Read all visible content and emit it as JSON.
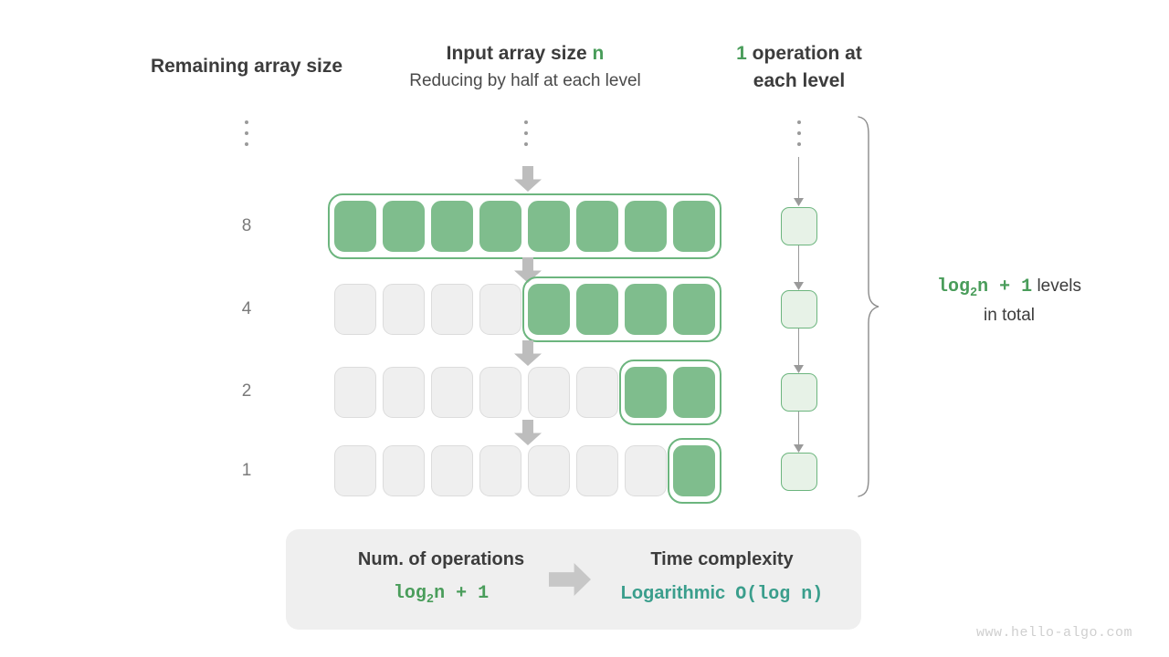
{
  "headers": {
    "left": "Remaining array size",
    "middle_bold_prefix": "Input array size ",
    "middle_bold_accent": "n",
    "middle_sub": "Reducing by half at each level",
    "right_accent": "1",
    "right_line1_rest": " operation at",
    "right_line2": "each level"
  },
  "levels": [
    {
      "size_label": "⋮",
      "is_dots": true,
      "total_cells": 0,
      "green_cells": 0
    },
    {
      "size_label": "8",
      "is_dots": false,
      "total_cells": 8,
      "green_cells": 8
    },
    {
      "size_label": "4",
      "is_dots": false,
      "total_cells": 8,
      "green_cells": 4
    },
    {
      "size_label": "2",
      "is_dots": false,
      "total_cells": 8,
      "green_cells": 2
    },
    {
      "size_label": "1",
      "is_dots": false,
      "total_cells": 8,
      "green_cells": 1
    }
  ],
  "operations_per_level": "1",
  "right_note": {
    "formula": "log",
    "formula_sub": "2",
    "formula_rest": "n + 1",
    "line1_suffix": " levels",
    "line2": "in total"
  },
  "summary": {
    "left_title": "Num. of operations",
    "left_formula_a": "log",
    "left_formula_sub": "2",
    "left_formula_b": "n + 1",
    "right_title": "Time complexity",
    "right_word": "Logarithmic",
    "right_notation": "O(log n)"
  },
  "watermark": "www.hello-algo.com",
  "colors": {
    "green_fill": "#7fbd8d",
    "green_border": "#6cb57e",
    "green_text": "#4a9d5b",
    "pale_green": "#e7f2e7",
    "gray_fill": "#efefef",
    "gray_border": "#dcdcdc",
    "arrow_gray": "#bdbdbd",
    "teal": "#3a9e8c",
    "label_gray": "#7a7a7a"
  },
  "chart_data": {
    "type": "diagram",
    "title": "Logarithmic time complexity — halving array",
    "categories": [
      "...",
      "8",
      "4",
      "2",
      "1"
    ],
    "remaining_sizes": [
      null,
      8,
      4,
      2,
      1
    ],
    "operations_each_level": [
      1,
      1,
      1,
      1,
      1
    ],
    "total_levels_formula": "log2(n) + 1",
    "complexity": "O(log n)"
  }
}
